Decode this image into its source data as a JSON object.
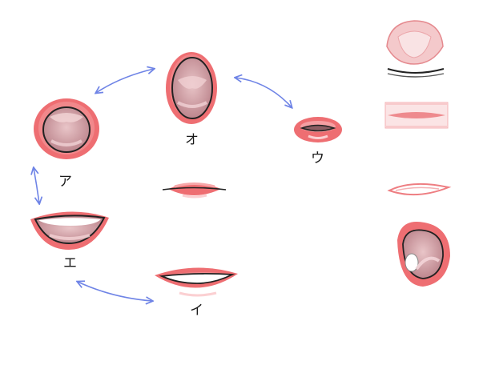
{
  "labels": {
    "a": "ア",
    "o": "オ",
    "u": "ウ",
    "e": "エ",
    "i": "イ"
  },
  "colors": {
    "lip": "#ee6e72",
    "lip_light": "#f7a8aa",
    "lip_highlight": "#fbd0d2",
    "mouth_inside": "#c88f94",
    "mouth_inside_light": "#e8bfc2",
    "teeth": "#ffffff",
    "outline": "#222222",
    "arrow": "#6f84e6"
  }
}
